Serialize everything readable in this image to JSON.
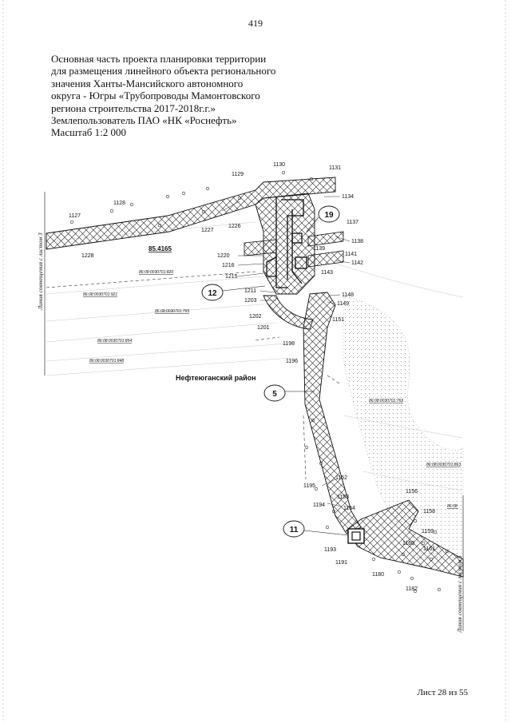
{
  "page_number": "419",
  "header": {
    "lines": [
      "Основная часть проекта планировки территории",
      "для размещения линейного объекта регионального",
      "значения Ханты-Мансийского автономного",
      "округа - Югры «Трубопроводы Мамонтовского",
      "региона строительства 2017-2018г.г.»",
      "Землепользователь ПАО «НК «Роснефть»",
      "Масштаб 1:2 000"
    ]
  },
  "map": {
    "district_label": "Нефтеюганский район",
    "match_line_left": "Линия совмещения с листом 3",
    "match_line_right": "Линия совмещения с листом 5",
    "lot_label": "85.4165",
    "cadastral_labels": [
      "86:08:0030701:820",
      "86:08:0030701:921",
      "86:08:0030701:765",
      "86:08:0030701:854",
      "86:08:0030701:848",
      "86:08:0030701:769",
      "86:08:0030701:863",
      "86:08:"
    ],
    "point_labels": [
      "1127",
      "1128",
      "1129",
      "1130",
      "1131",
      "1134",
      "1137",
      "1138",
      "1139",
      "1141",
      "1142",
      "1143",
      "1148",
      "1149",
      "1151",
      "1152",
      "1153",
      "1154",
      "1156",
      "1158",
      "1159",
      "1160",
      "1161",
      "1180",
      "1182",
      "1191",
      "1193",
      "1194",
      "1195",
      "1196",
      "1198",
      "1201",
      "1202",
      "1203",
      "1211",
      "1215",
      "1216",
      "1220",
      "1226",
      "1227",
      "1228"
    ],
    "reference_markers": [
      "19",
      "12",
      "5",
      "11"
    ]
  },
  "footer": {
    "sheet": "Лист 28 из 55"
  }
}
